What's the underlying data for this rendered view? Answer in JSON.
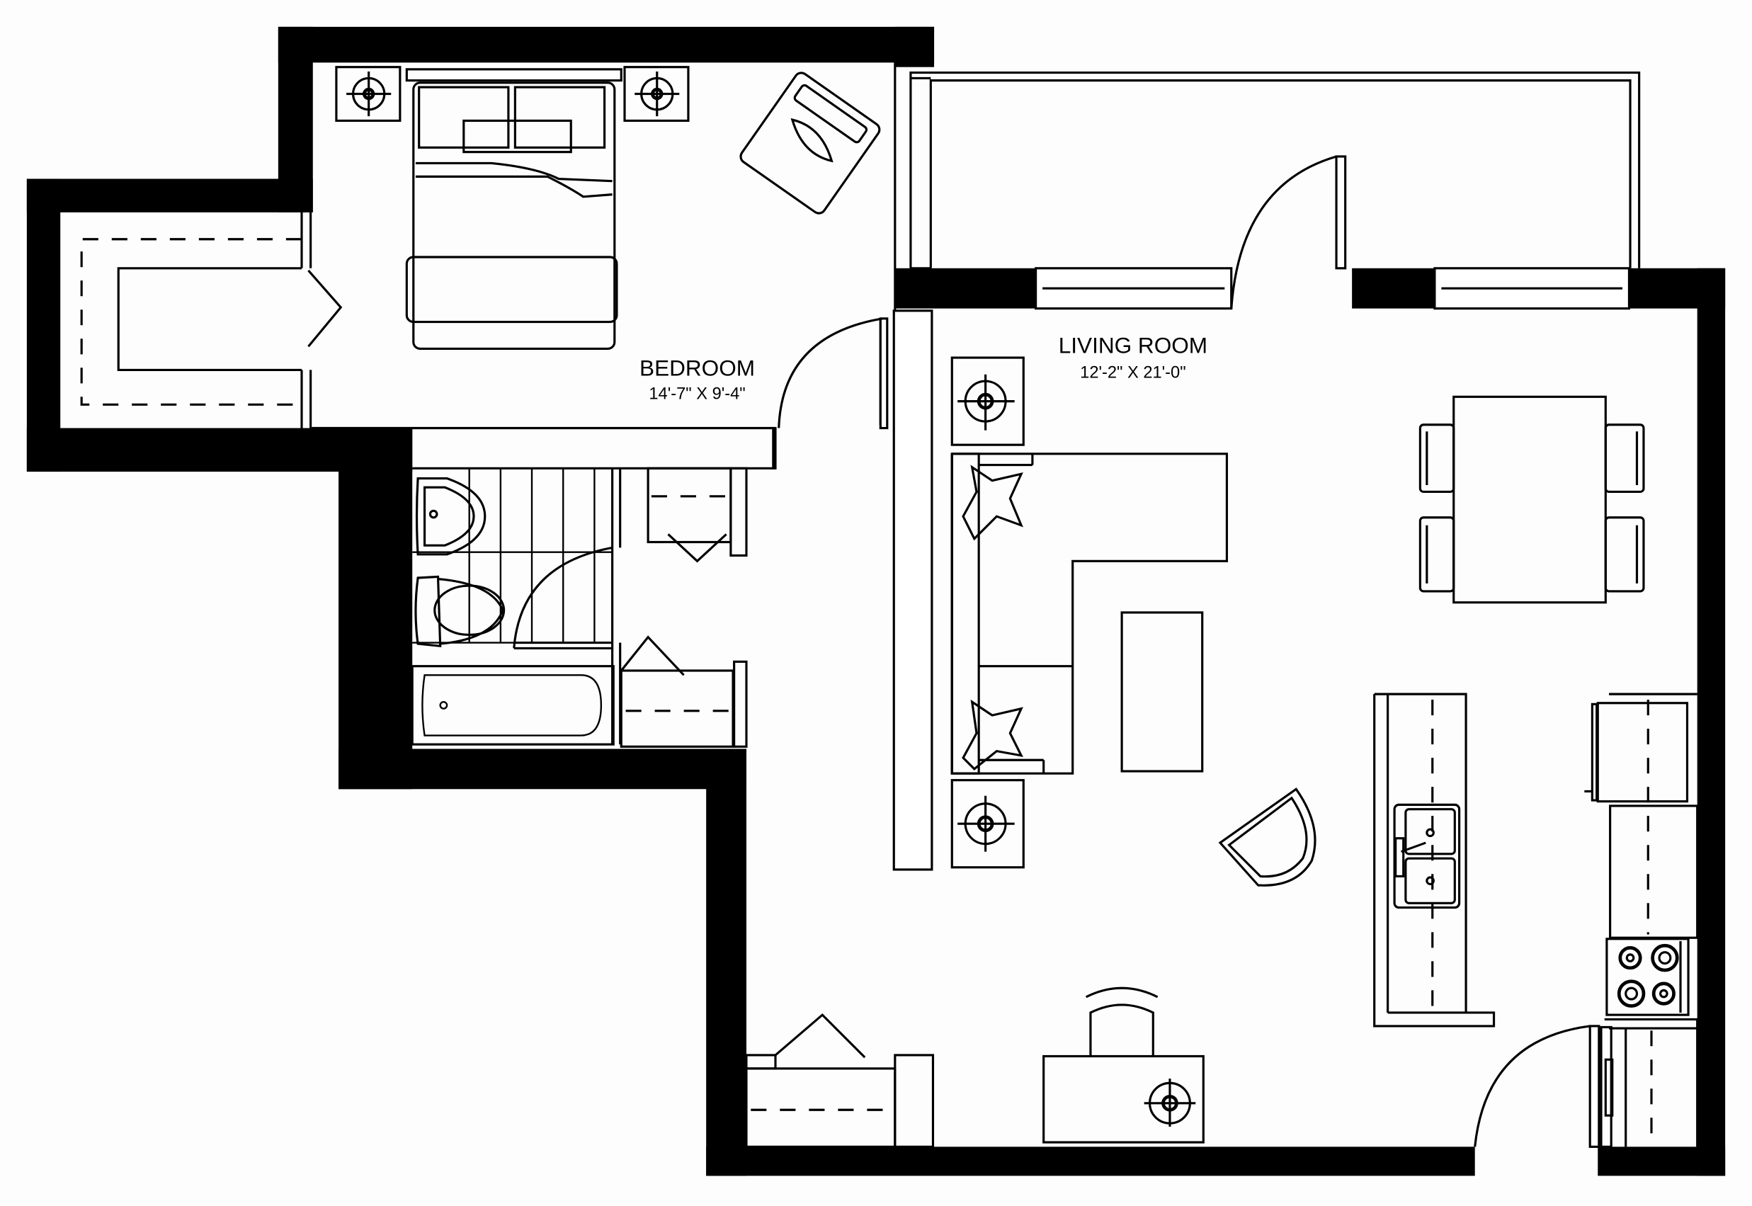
{
  "floorplan": {
    "rooms": [
      {
        "name": "BEDROOM",
        "dimensions": "14'-7\" X 9'-4\""
      },
      {
        "name": "LIVING ROOM",
        "dimensions": "12'-2\" X 21'-0\""
      }
    ],
    "fixtures": [
      "bed",
      "nightstand",
      "nightstand",
      "armchair",
      "closet",
      "closet",
      "sink",
      "toilet",
      "bathtub",
      "sofa",
      "coffee-table",
      "end-table",
      "end-table",
      "dining-table",
      "dining-chair",
      "dining-chair",
      "dining-chair",
      "dining-chair",
      "kitchen-island",
      "double-sink",
      "refrigerator",
      "stove",
      "dishwasher",
      "desk",
      "desk-chair",
      "lounge-chair",
      "balcony"
    ],
    "colors": {
      "wall": "#000000",
      "background": "#fdfdfd"
    }
  }
}
